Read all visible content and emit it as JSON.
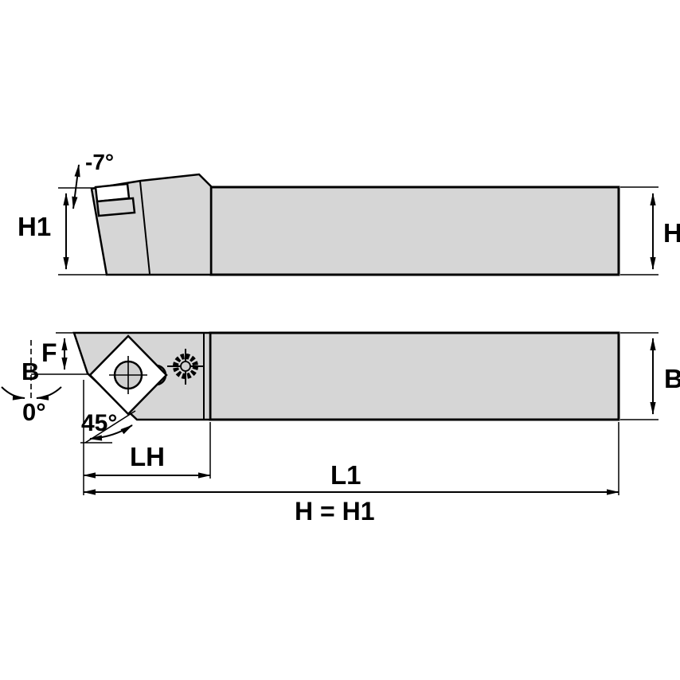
{
  "colors": {
    "line": "#000000",
    "fill": "#d6d6d6",
    "hole_fill": "#d0d0d0",
    "background": "#ffffff"
  },
  "side_view": {
    "rake_angle": "-7°",
    "height_dim_left": "H1",
    "height_dim_right": "H"
  },
  "plan_view": {
    "tip_offset_dim": "F",
    "tip_ref": "B",
    "lead_angle": "0°",
    "corner_angle": "45°",
    "head_length_dim": "LH",
    "overall_length_dim": "L1",
    "width_dim": "B"
  },
  "footer_note": "H = H1"
}
